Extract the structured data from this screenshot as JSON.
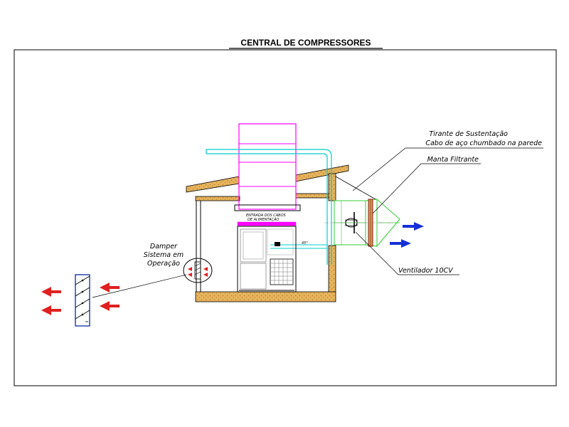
{
  "drawing": {
    "title": "CENTRAL DE COMPRESSORES",
    "labels": {
      "tirante_line1": "Tirante de Sustentação",
      "tirante_line2": "Cabo de aço chumbado na parede",
      "manta": "Manta Filtrante",
      "ventilador": "Ventilador 10CV",
      "damper_line1": "Damper",
      "damper_line2": "Sistema em",
      "damper_line3": "Operação",
      "cable_entry_line1": "ENTRADA DOS CABOS",
      "cable_entry_line2": "DE ALIMENTAÇÃO",
      "angle_note": "45°"
    },
    "colors": {
      "structure": "#000000",
      "concrete": "#e6b35c",
      "concrete_dot": "#b07a2a",
      "magenta": "#ff00ff",
      "cyan_pipe": "#00cccc",
      "fan_green": "#33cc33",
      "arrow_red": "#e02020",
      "arrow_blue": "#1530d8",
      "damper_blue": "#1a3aa8",
      "gray": "#9a9a9a"
    }
  }
}
